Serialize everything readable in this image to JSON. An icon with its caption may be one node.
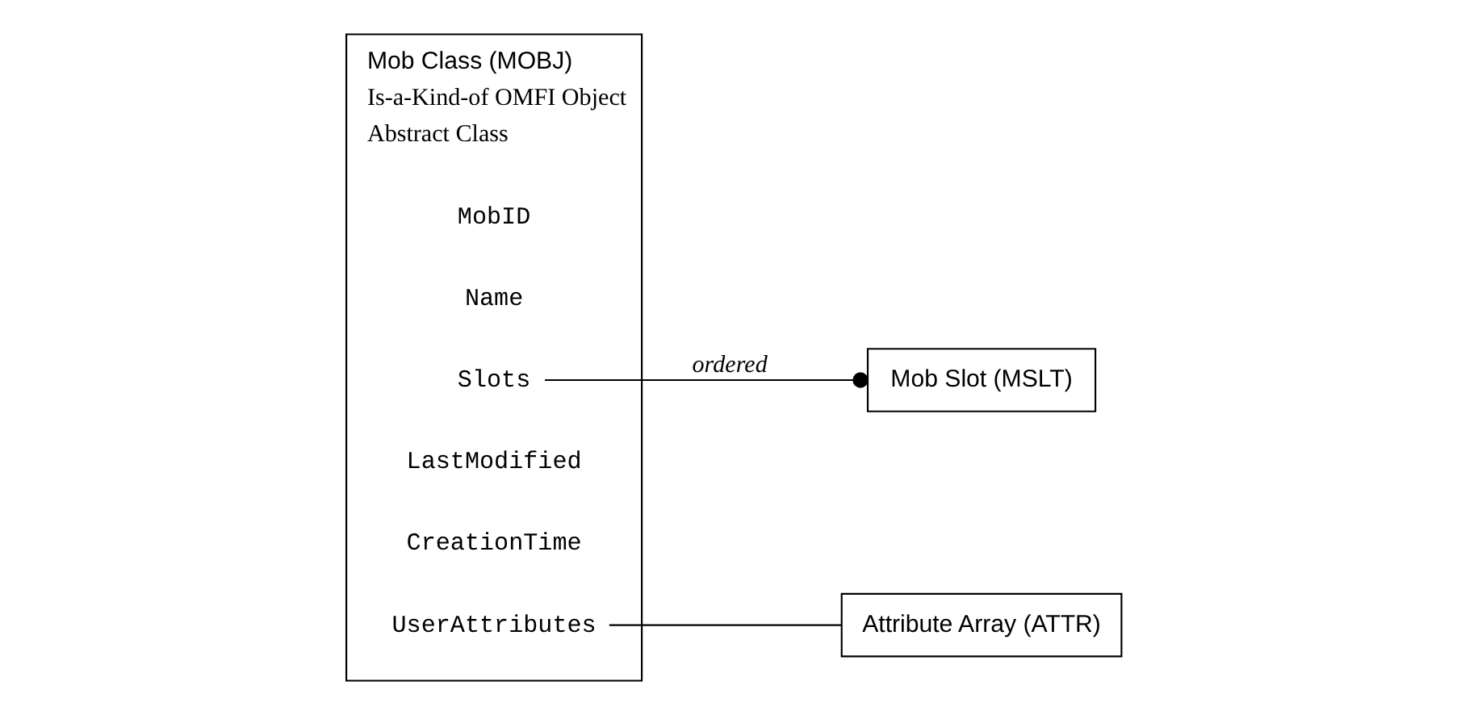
{
  "diagram": {
    "nodes": [
      {
        "text": [
          "Mob Class (MOBJ)",
          "Is-a-Kind-of OMFI Object",
          "Abstract Class"
        ]
      },
      {
        "text": [
          "MobID"
        ],
        "in": 0
      },
      {
        "text": [
          "Name"
        ],
        "in": 0
      },
      {
        "text": [
          "Slots"
        ],
        "in": 0
      },
      {
        "text": [
          "LastModified"
        ],
        "in": 0
      },
      {
        "text": [
          "CreationTime"
        ],
        "in": 0
      },
      {
        "text": [
          "UserAttributes"
        ],
        "in": 0
      },
      {
        "text": [
          "Mob Slot (MSLT)"
        ]
      },
      {
        "text": [
          "Attribute Array (ATTR)"
        ]
      }
    ],
    "edges": [
      {
        "from": 3,
        "to": 7,
        "arrow": "other",
        "label": "ordered"
      },
      {
        "from": 6,
        "to": 8,
        "arrow": "none"
      }
    ]
  }
}
